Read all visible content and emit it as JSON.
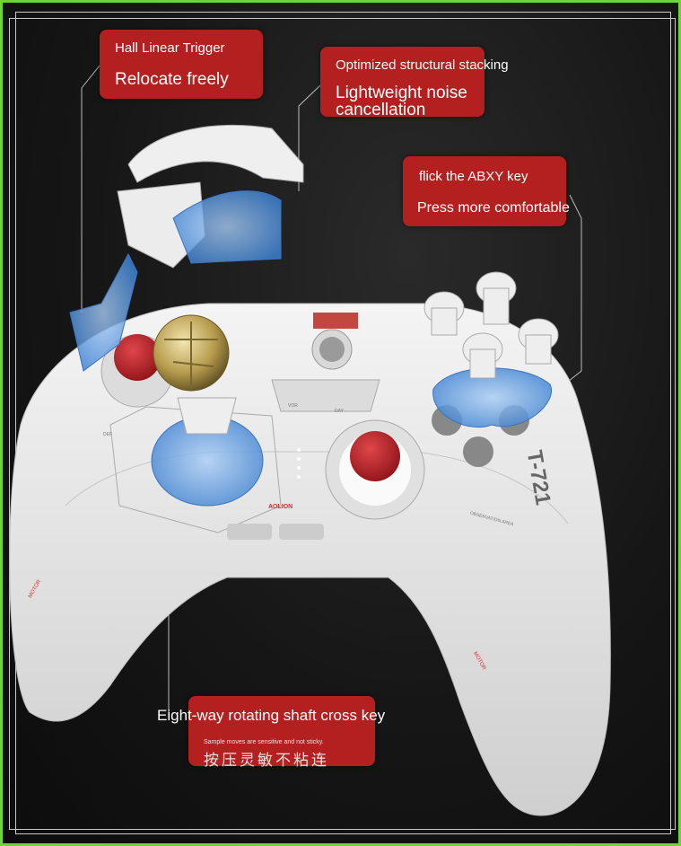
{
  "callouts": {
    "trigger": {
      "title": "Hall Linear Trigger",
      "subtitle": "Relocate freely"
    },
    "structure": {
      "title": "Optimized structural stacking",
      "subtitle_line1": "Lightweight noise",
      "subtitle_line2": "cancellation"
    },
    "abxy": {
      "title": "flick the ABXY key",
      "subtitle": "Press more comfortable"
    },
    "dpad": {
      "title": "Eight-way rotating shaft cross key",
      "note": "Sample moves are sensitive and not sticky.",
      "cjk": "按压灵敏不粘连"
    }
  },
  "controller": {
    "model": "T-721",
    "brand": "AOLION",
    "labels": [
      "VOR",
      "DAY",
      "DEF",
      "OBSERVATION AREA",
      "MOTOR",
      "MOTOR"
    ]
  },
  "colors": {
    "accent_red": "#b3201f",
    "border_green": "#6fd43a",
    "controller_white": "#e9e9e9",
    "stick_red": "#b8232a",
    "clear_blue": "#5a9be0",
    "gold": "#c9b36a"
  }
}
